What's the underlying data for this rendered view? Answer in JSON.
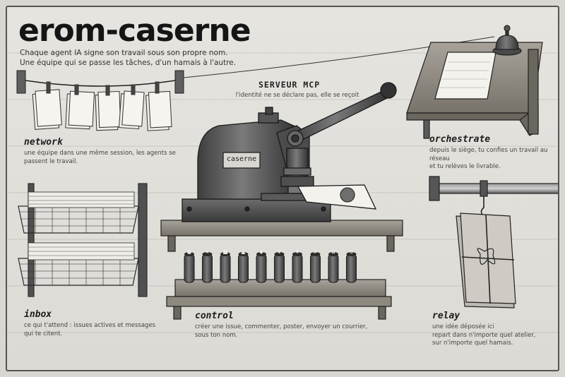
{
  "header": {
    "title": "erom-caserne",
    "subtitle_line1": "Chaque agent IA signe son travail sous son propre nom.",
    "subtitle_line2": "Une équipe qui se passe les tâches, d'un hamais à l'autre."
  },
  "server": {
    "title": "SERVEUR MCP",
    "description": "l'identité ne se déclare pas, elle se reçoit",
    "plate_label": "caserne"
  },
  "sections": {
    "network": {
      "label": "network",
      "line1": "une équipe dans une même session, les agents se",
      "line2": "passent le travail."
    },
    "orchestrate": {
      "label": "orchestrate",
      "line1": "depuis le siège, tu confies un travail au réseau",
      "line2": "et tu relèves le livrable."
    },
    "inbox": {
      "label": "inbox",
      "line1": "ce qui t'attend : issues actives et messages",
      "line2": "qui te citent."
    },
    "control": {
      "label": "control",
      "line1": "créer une issue, commenter, poster, envoyer un courrier,",
      "line2": "sous ton nom."
    },
    "relay": {
      "label": "relay",
      "line1": "une idée déposée ici",
      "line2": "repart dans n'importe quel atelier,",
      "line3": "sur n'importe quel hamais."
    }
  },
  "icons": {
    "stamps": [
      "circle-stamp-icon",
      "star-stamp-icon",
      "square-stamp-icon",
      "triangle-stamp-icon",
      "diamond-stamp-icon",
      "leaf-stamp-icon",
      "sun-stamp-icon",
      "hash-stamp-icon",
      "flower-stamp-icon",
      "gear-stamp-icon"
    ]
  },
  "colors": {
    "background": "#e6e4df",
    "ink": "#1d1d1d",
    "metal": "#5a5a5a",
    "wood": "#8a857c"
  }
}
